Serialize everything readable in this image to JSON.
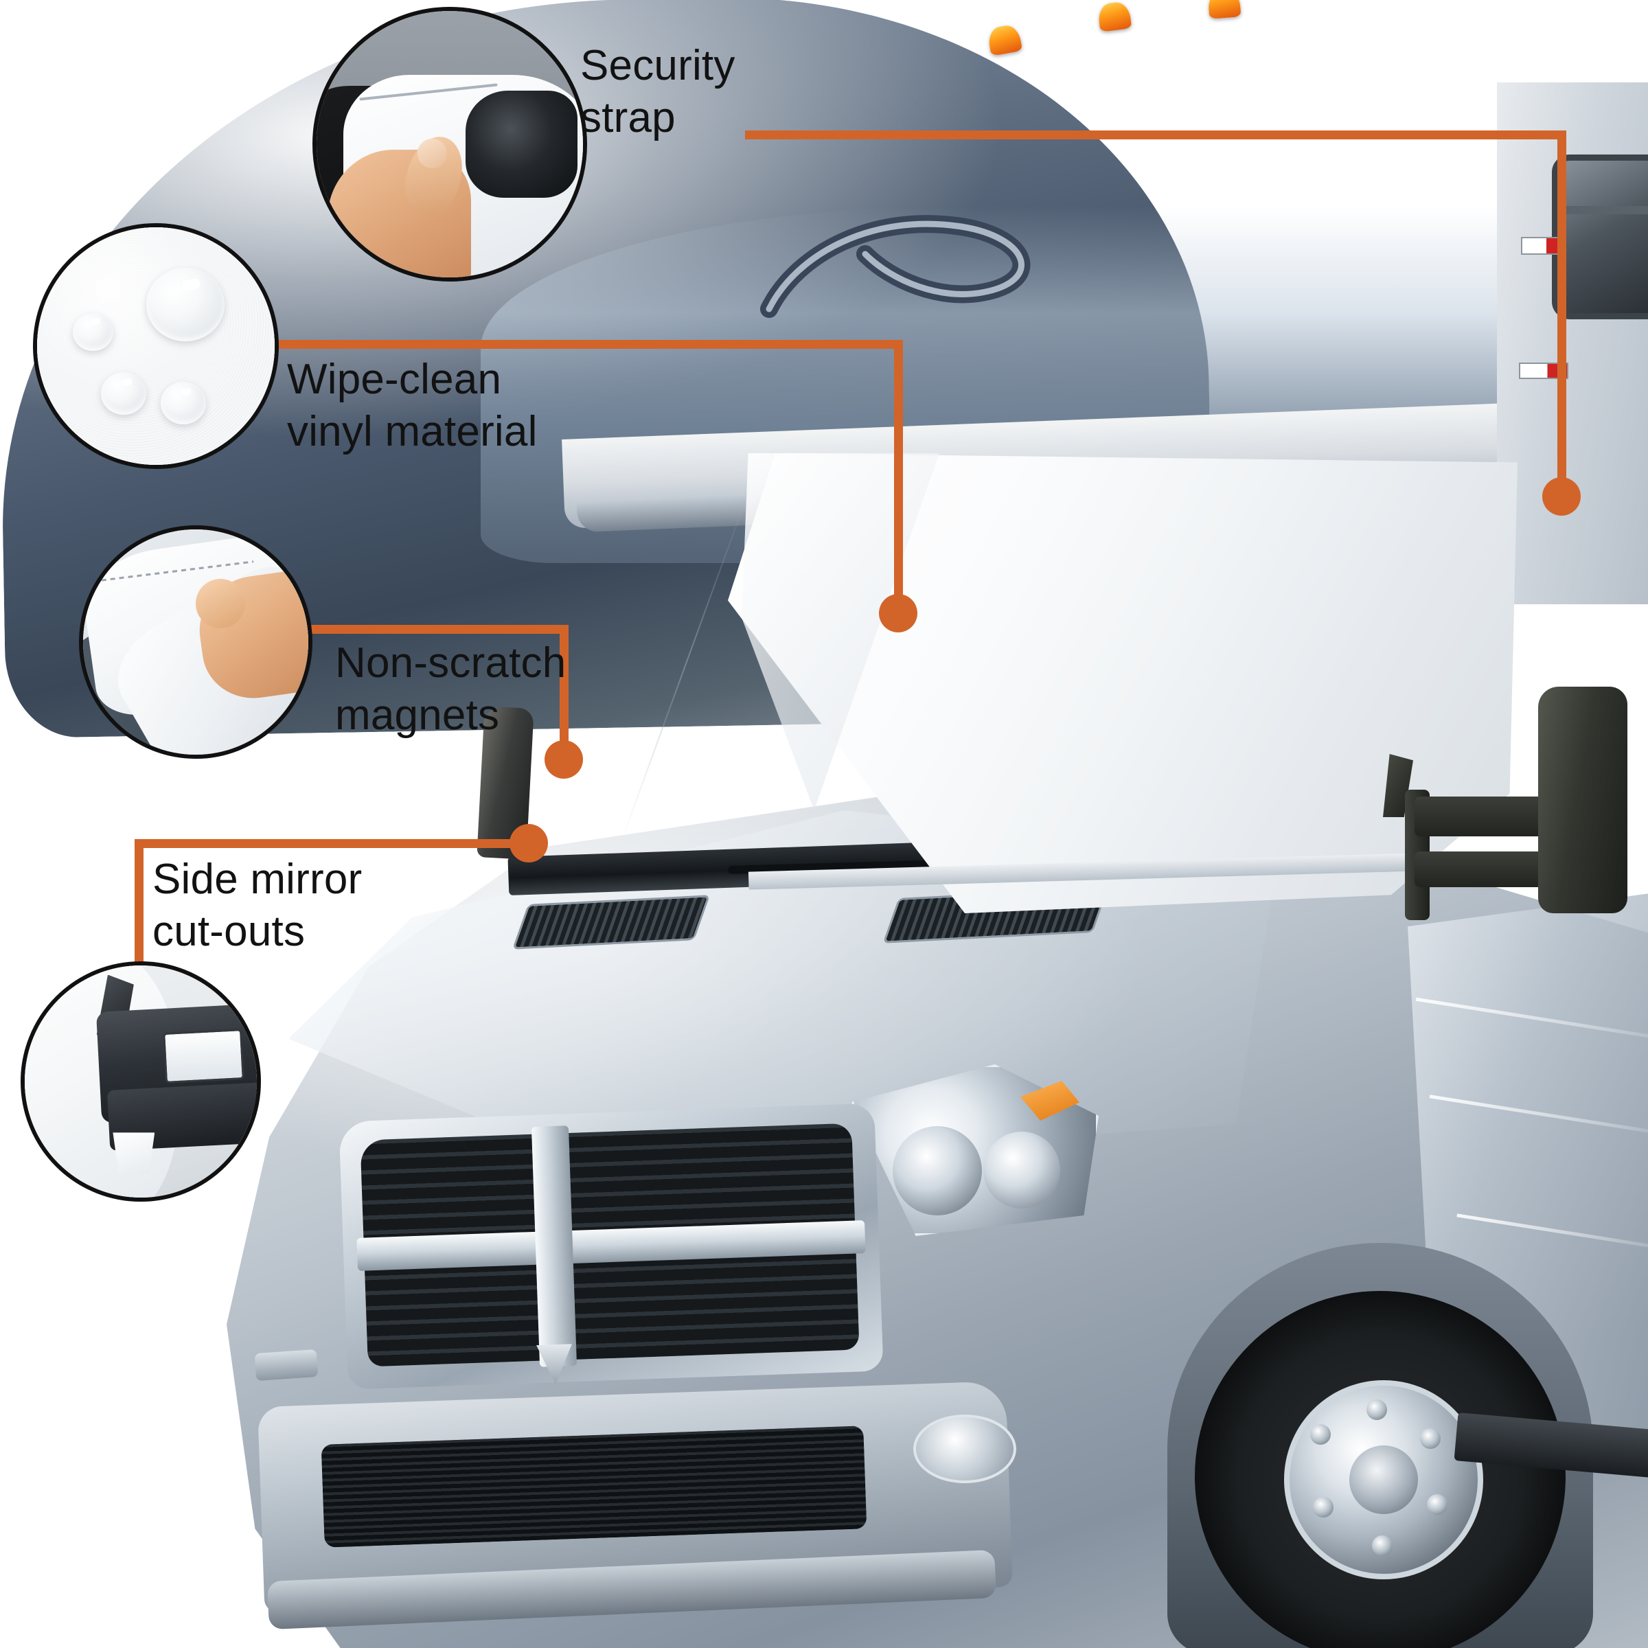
{
  "meta": {
    "product": "RV windshield cover",
    "accent_color": "#d2642a",
    "text_color": "#121212",
    "background_color": "#ffffff"
  },
  "callouts": [
    {
      "id": "security-strap",
      "label": "Security\nstrap",
      "inset_icon": "hand-lifting-cover-corner-photo"
    },
    {
      "id": "wipe-clean-vinyl",
      "label": "Wipe-clean\nvinyl material",
      "inset_icon": "water-droplets-on-vinyl-photo"
    },
    {
      "id": "non-scratch-magnets",
      "label": "Non-scratch\nmagnets",
      "inset_icon": "hand-lifting-magnet-edge-photo"
    },
    {
      "id": "side-mirror-cutouts",
      "label": "Side mirror\ncut-outs",
      "inset_icon": "mirror-arm-through-cutout-photo"
    }
  ],
  "vehicle": {
    "name": "class-c-motorhome-front",
    "overcab_icon": "rv-overcab",
    "swoosh_icon": "decorative-swoosh-graphic",
    "window_icon": "rv-side-window",
    "clearance_light_icon": "amber-clearance-light",
    "mirror_left_icon": "left-side-mirror",
    "mirror_right_icon": "right-side-mirror",
    "headlight_icon": "headlight",
    "foglamp_icon": "fog-lamp",
    "grille_icon": "chrome-grille",
    "bumper_icon": "front-bumper",
    "wheel_icon": "dually-wheel",
    "hood_vent_icon": "hood-vent",
    "wiper_icon": "windshield-wiper",
    "running_board_icon": "running-board"
  },
  "cover": {
    "name": "white-vinyl-windshield-cover",
    "fold_icon": "cover-fold",
    "edge_icon": "cover-hem-edge"
  }
}
